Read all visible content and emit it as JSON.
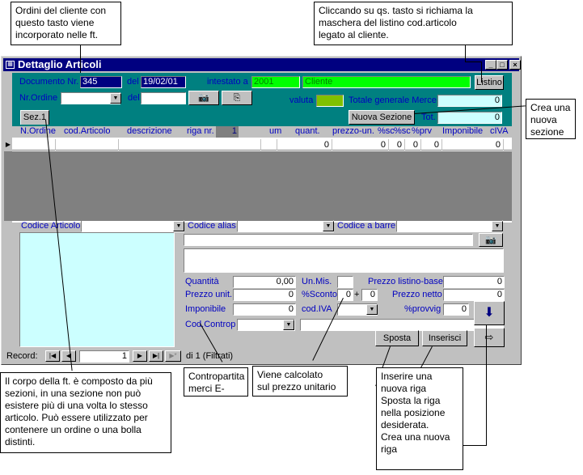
{
  "callouts": {
    "ordini": "Ordini del cliente con\nquesto tasto viene\nincorporato nelle ft.",
    "listino": "Cliccando su qs. tasto si richiama la\nmaschera del listino cod.articolo\nlegato al cliente.",
    "sezione": "Crea una\nnuova\nsezione",
    "corpo": "Il corpo della ft. è composto da più\nsezioni, in una sezione non può\nesistere più di una volta lo stesso\narticolo. Può essere utilizzato per\ncontenere un ordine o una bolla\ndistinti.",
    "contropartita": "Contropartita\nmerci E-",
    "calcolato": "Viene calcolato\nsul prezzo unitario",
    "inserire": "Inserire una\nnuova riga\nSposta la riga\nnella posizione\ndesiderata.\nCrea una nuova\nriga"
  },
  "window": {
    "title": "Dettaglio Articoli"
  },
  "header": {
    "documento_label": "Documento Nr.",
    "documento_value": "345",
    "del_label": "del",
    "del_value": "19/02/01",
    "intestato_label": "intestato a",
    "cliente_code": "2001",
    "cliente_name": "Cliente",
    "listino_button": "Listino",
    "nr_ordine_label": "Nr.Ordine",
    "nr_ordine_value": "",
    "ordine_del_label": "del",
    "ordine_del_value": "",
    "valuta_label": "valuta",
    "totale_label": "Totale generale Merce",
    "totale_value": "0",
    "tab_sez": "Sez.1",
    "nuova_sezione_button": "Nuova Sezione",
    "tot_label": "Tot.",
    "tot_value": "0"
  },
  "grid": {
    "columns": [
      "N.Ordine",
      "cod.Articolo",
      "descrizione",
      "riga nr.",
      "um",
      "quant.",
      "prezzo-un.",
      "%sc",
      "%sc",
      "%prv",
      "Imponibile",
      "cIVA"
    ],
    "riga_nr_value": "1",
    "row": {
      "quant": "0",
      "prezzo": "0",
      "sc1": "0",
      "sc2": "0",
      "prv": "0",
      "imponibile": "0"
    }
  },
  "detail": {
    "codice_articolo_label": "Codice Articolo",
    "codice_alias_label": "Codice alias",
    "codice_barre_label": "Codice a barre",
    "quantita_label": "Quantità",
    "quantita_value": "0,00",
    "unmis_label": "Un.Mis.",
    "prezzo_listino_label": "Prezzo listino-base",
    "prezzo_listino_value": "0",
    "prezzo_unit_label": "Prezzo unit.",
    "prezzo_unit_value": "0",
    "sconto_label": "%Sconto",
    "sconto1_value": "0",
    "plus": "+",
    "sconto2_value": "0",
    "prezzo_netto_label": "Prezzo netto",
    "prezzo_netto_value": "0",
    "imponibile_label": "Imponibile",
    "imponibile_value": "0",
    "codiva_label": "cod.IVA",
    "provvig_label": "%provvig",
    "provvig_value": "0",
    "contropartita_label": "Cod.Controp",
    "sposta_button": "Sposta",
    "inserisci_button": "Inserisci"
  },
  "record_nav": {
    "label": "Record:",
    "current": "1",
    "of_text": "di 1 (Filtrati)"
  },
  "colors": {
    "teal": "#008080",
    "navy": "#000080",
    "green": "#00ff00",
    "olive": "#80c000",
    "cyan": "#ccffff",
    "label_blue": "#0000c0",
    "gray": "#c0c0c0"
  }
}
